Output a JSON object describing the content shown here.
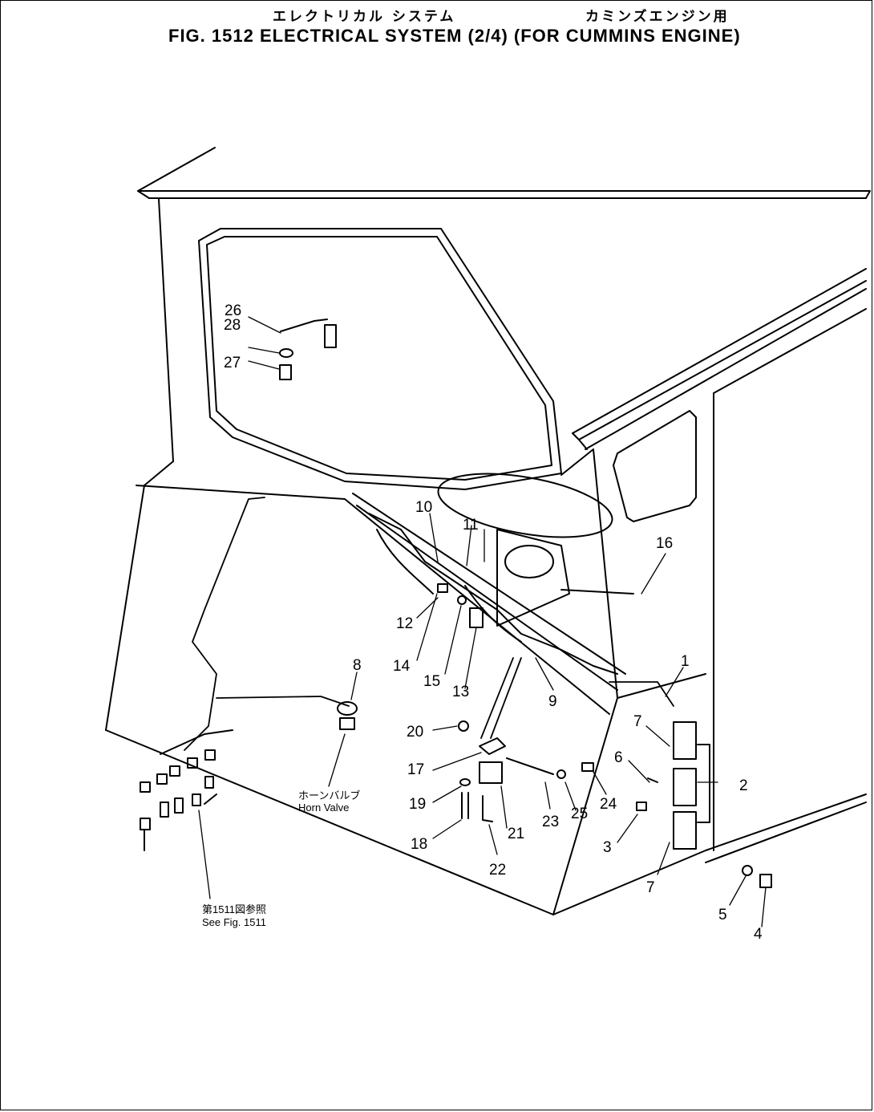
{
  "title": {
    "jp_left": "エレクトリカル システム",
    "jp_right": "カミンズエンジン用",
    "en": "FIG. 1512  ELECTRICAL  SYSTEM  (2/4)  (FOR  CUMMINS  ENGINE)"
  },
  "annotations": {
    "horn_valve_jp": "ホーンバルブ",
    "horn_valve_en": "Horn Valve",
    "see_fig_jp": "第1511図参照",
    "see_fig_en": "See Fig. 1511"
  },
  "callouts": [
    "1",
    "2",
    "3",
    "4",
    "5",
    "6",
    "7",
    "7",
    "8",
    "9",
    "10",
    "11",
    "12",
    "13",
    "14",
    "15",
    "16",
    "17",
    "18",
    "19",
    "20",
    "21",
    "22",
    "23",
    "24",
    "25",
    "26",
    "27",
    "28"
  ]
}
